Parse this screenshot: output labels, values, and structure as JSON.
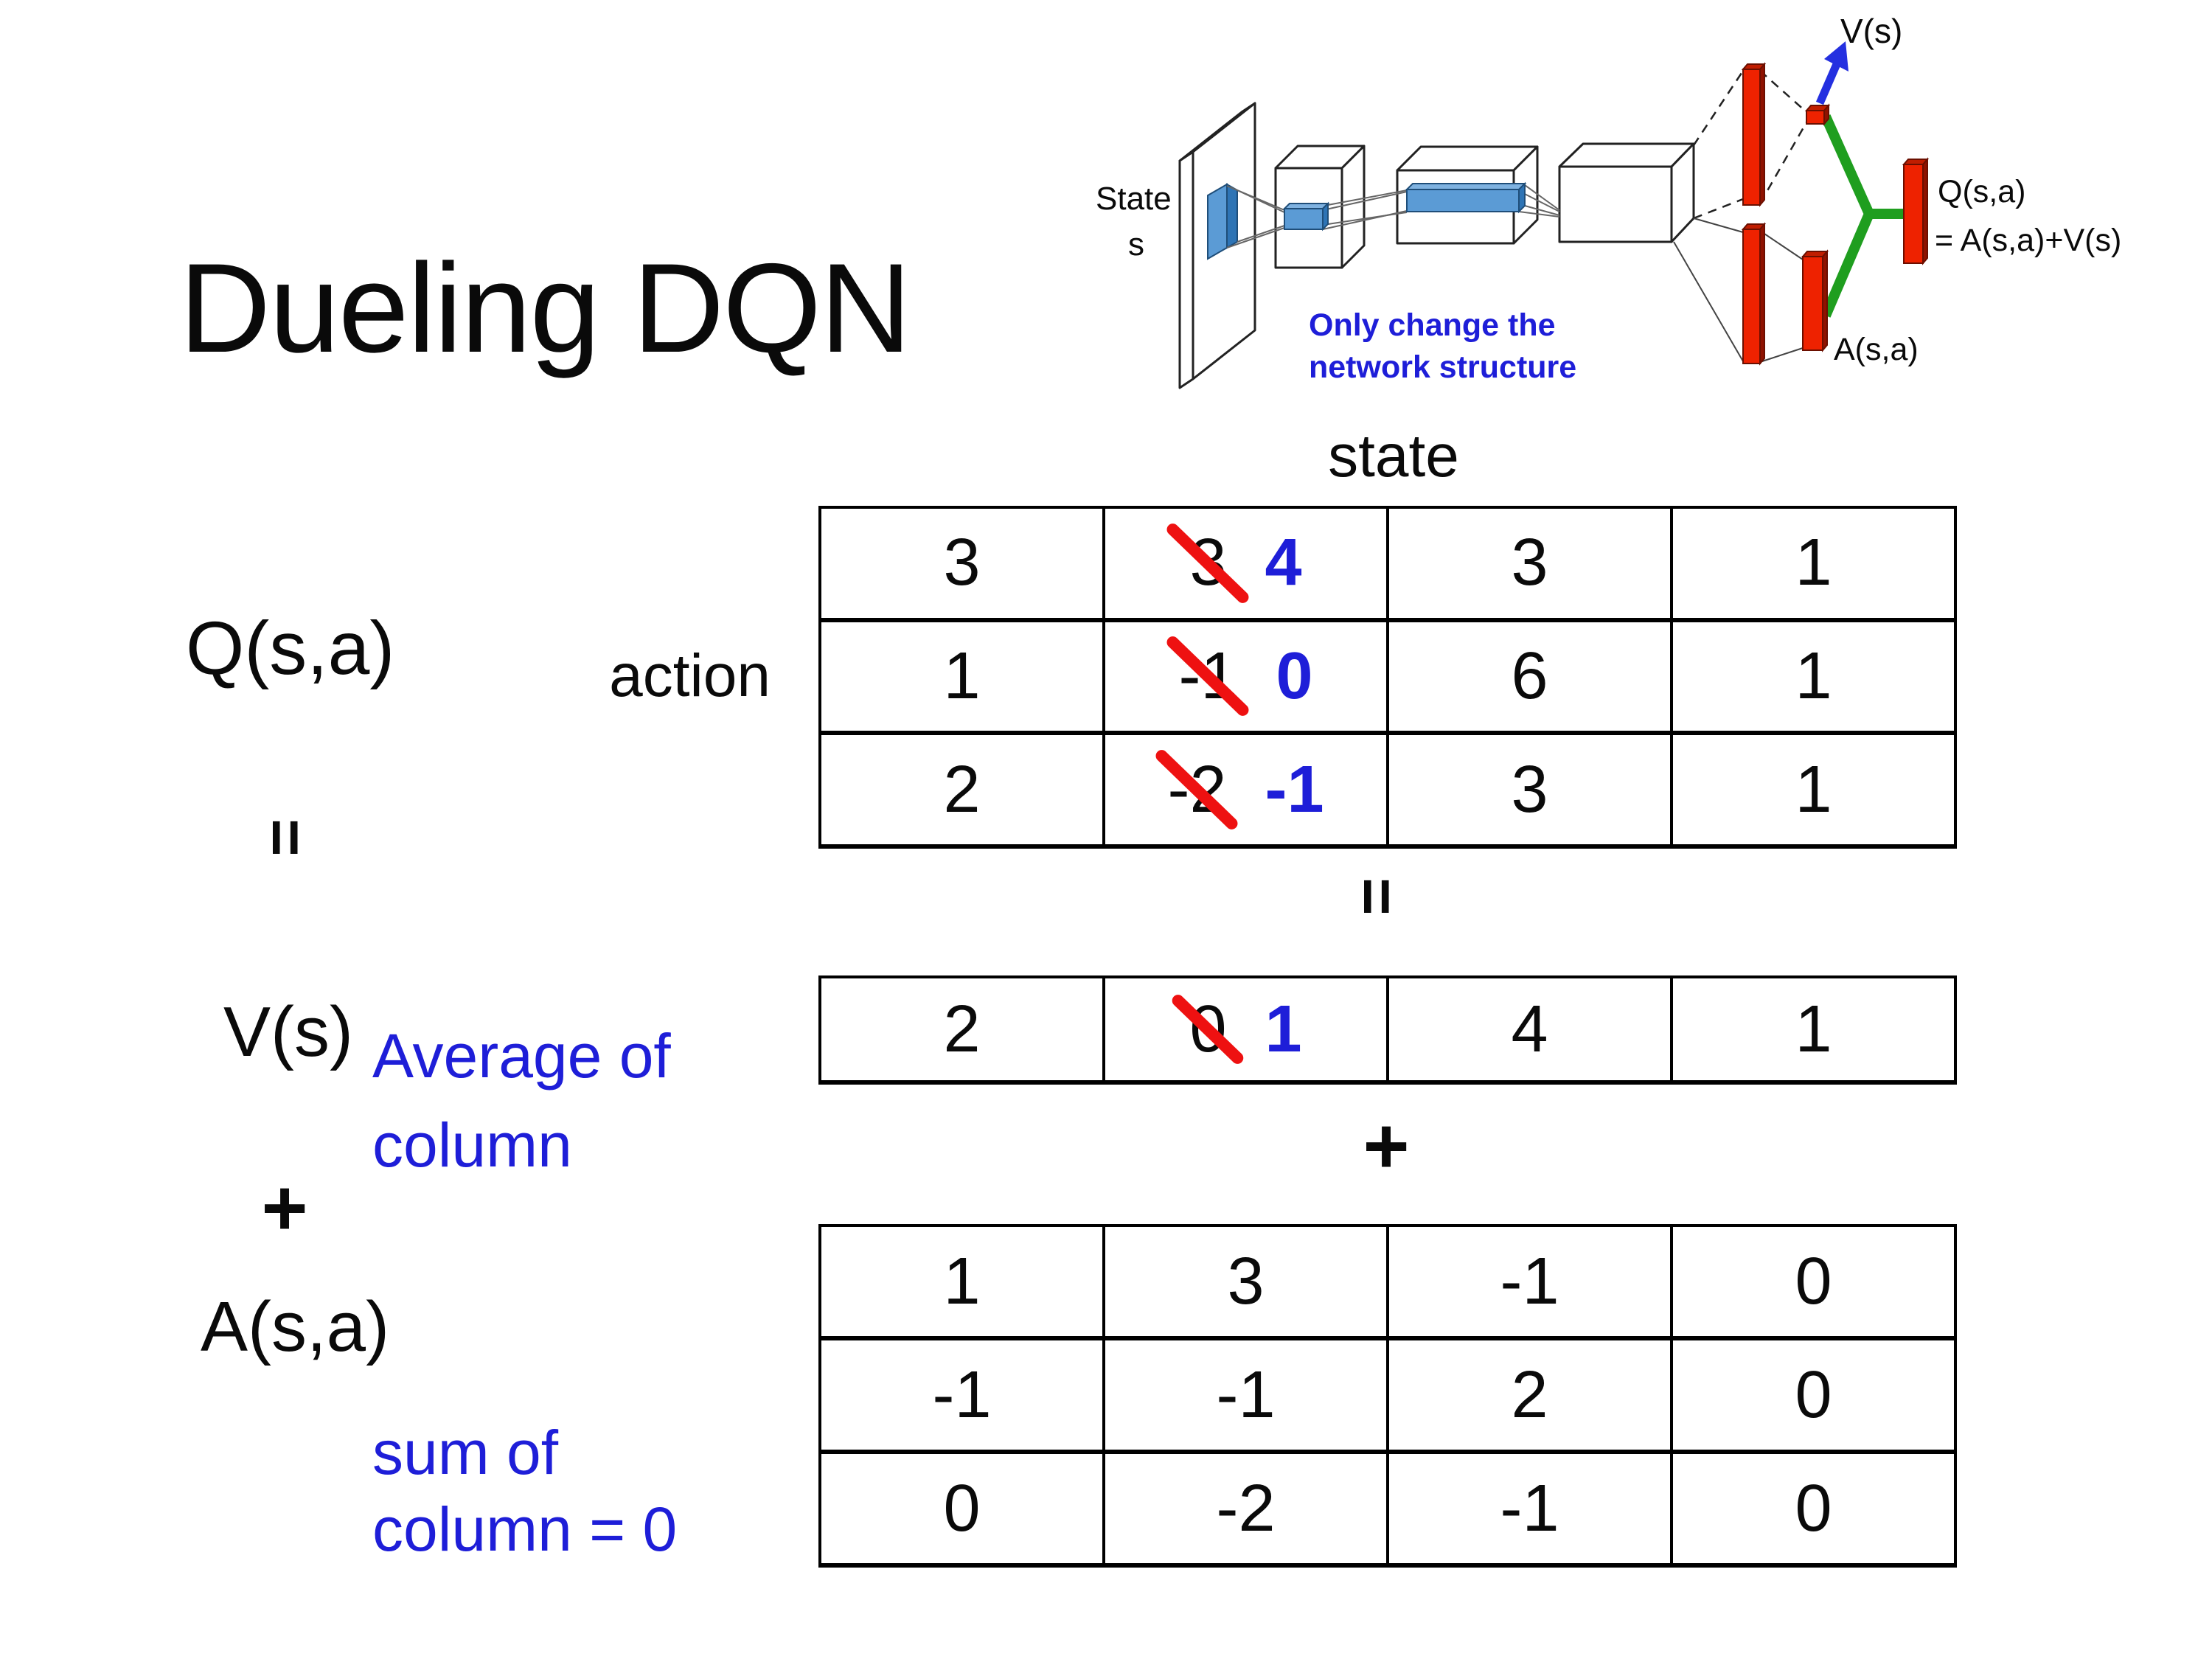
{
  "title": "Dueling DQN",
  "colors": {
    "accent_blue": "#1e1ed8",
    "strike_red": "#ee1111",
    "bar_red": "#ee2200",
    "bar_red_dark": "#8f1200",
    "bar_red_top": "#c01d00",
    "green": "#1f9e1f",
    "conv_blue": "#5b9bd5",
    "conv_blue_dark": "#2e74b5",
    "conv_blue_light": "#7fb2e0",
    "arrow_blue": "#2430e0"
  },
  "diagram": {
    "state_line1": "State",
    "state_line2": "s",
    "v_out_label": "V(s)",
    "q_out_label_line1": "Q(s,a)",
    "q_out_label_line2": "= A(s,a)+V(s)",
    "a_out_label": "A(s,a)",
    "note_line1": "Only change the",
    "note_line2": "network structure"
  },
  "matrix": {
    "state_header": "state",
    "action_label": "action",
    "q_label": "Q(s,a)",
    "v_label": "V(s)",
    "a_label": "A(s,a)",
    "equals_left": "=",
    "equals_mid": "=",
    "plus_left": "+",
    "plus_mid": "+",
    "avg_note_line1": "Average of",
    "avg_note_line2": "column",
    "sum_note_line1": "sum of",
    "sum_note_line2": "column = 0",
    "q_table": {
      "rows": [
        [
          "3",
          {
            "old": "3",
            "new": "4"
          },
          "3",
          "1"
        ],
        [
          "1",
          {
            "old": "-1",
            "new": "0"
          },
          "6",
          "1"
        ],
        [
          "2",
          {
            "old": "-2",
            "new": "-1"
          },
          "3",
          "1"
        ]
      ]
    },
    "v_table": {
      "rows": [
        [
          "2",
          {
            "old": "0",
            "new": "1"
          },
          "4",
          "1"
        ]
      ]
    },
    "a_table": {
      "rows": [
        [
          "1",
          "3",
          "-1",
          "0"
        ],
        [
          "-1",
          "-1",
          "2",
          "0"
        ],
        [
          "0",
          "-2",
          "-1",
          "0"
        ]
      ]
    }
  }
}
